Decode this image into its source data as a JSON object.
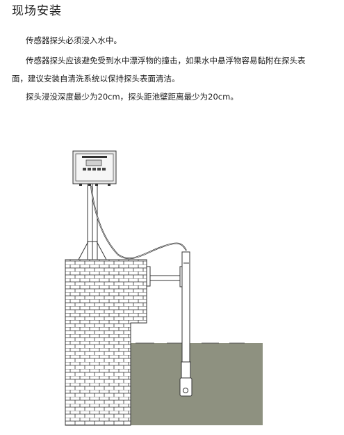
{
  "document": {
    "title": "现场安装",
    "paragraphs": [
      "传感器探头必须浸入水中。",
      "传感器探头应该避免受到水中漂浮物的撞击，如果水中悬浮物容易黏附在探头表",
      "面，建议安装自清洗系统以保持探头表面清洁。",
      "探头浸没深度最少为20cm，探头距池壁距离最少为20cm。"
    ]
  },
  "diagram": {
    "colors": {
      "water": "#8e9180",
      "line": "#333333",
      "brick_fill": "#ffffff",
      "controller_fill": "#e8e8e8"
    }
  }
}
